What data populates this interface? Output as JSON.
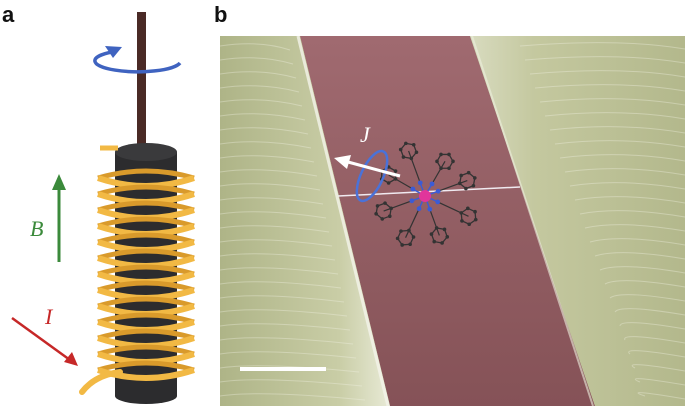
{
  "panel_a": {
    "letter": "a",
    "field_label": "B",
    "current_label": "I",
    "colors": {
      "coil": "#f2b944",
      "coil_shadow": "#d99a2b",
      "core": "#2c2c2e",
      "rod": "#4a2a26",
      "field_arrow": "#3b8a3b",
      "current_arrow": "#c62828",
      "rotation_arrow": "#3f63c0"
    }
  },
  "panel_b": {
    "letter": "b",
    "angular_momentum_label": "J",
    "colors": {
      "wall": "#bfc49a",
      "channel": "#8f5b5f",
      "molecule_atom": "#333333",
      "nitrogen": "#3b5bd6",
      "metal_center": "#e1359b",
      "precession_loop": "#4a72d8",
      "arrow": "#ffffff",
      "scale_bar": "#ffffff"
    }
  }
}
